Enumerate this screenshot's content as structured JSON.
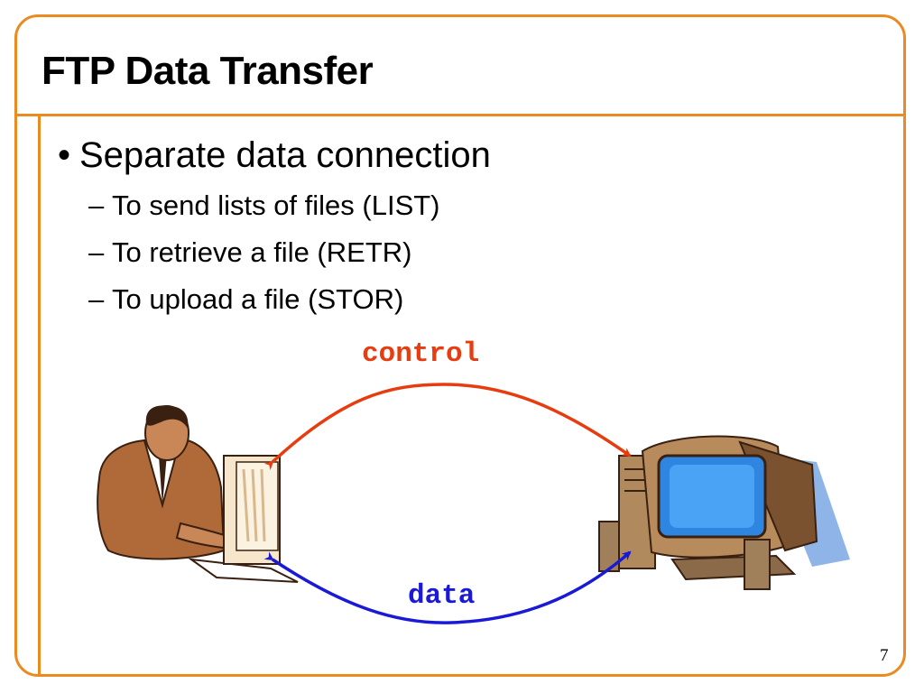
{
  "slide": {
    "title": "FTP Data Transfer",
    "bullet": {
      "marker": "•",
      "text": "Separate data connection"
    },
    "sub_bullets": [
      {
        "marker": "–",
        "text": "To send lists of files (LIST)"
      },
      {
        "marker": "–",
        "text": "To retrieve a file (RETR)"
      },
      {
        "marker": "–",
        "text": "To upload a file (STOR)"
      }
    ],
    "diagram": {
      "control_label": "control",
      "data_label": "data",
      "control_color": "#e63c0f",
      "data_color": "#1a1ad6",
      "left_image": "person-at-computer-clipart",
      "right_image": "desktop-computer-clipart"
    },
    "page_number": "7",
    "accent_color": "#ec8a22"
  }
}
